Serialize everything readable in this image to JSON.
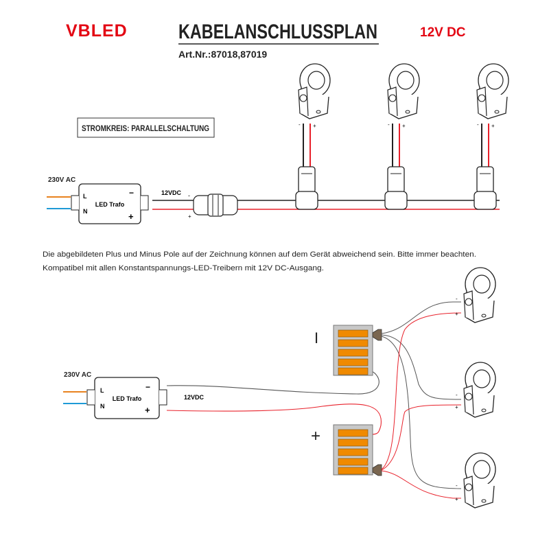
{
  "header": {
    "brand": "VBLED",
    "title": "KABELANSCHLUSSPLAN",
    "voltage": "12V DC",
    "article": "Art.Nr.:87018,87019"
  },
  "top_diagram": {
    "circuit_label": "STROMKREIS: PARALLELSCHALTUNG",
    "input_label": "230V AC",
    "trafo_label": "LED Trafo",
    "trafo_L": "L",
    "trafo_N": "N",
    "trafo_minus": "−",
    "trafo_plus": "+",
    "output_label": "12VDC",
    "minus": "-",
    "plus": "+"
  },
  "notes": {
    "line1": "Die abgebildeten Plus und Minus Pole auf der Zeichnung können auf dem Gerät abweichend sein. Bitte immer beachten.",
    "line2": "Kompatibel mit allen Konstantspannungs-LED-Treibern mit 12V DC-Ausgang."
  },
  "bottom_diagram": {
    "input_label": "230V AC",
    "trafo_label": "LED Trafo",
    "trafo_L": "L",
    "trafo_N": "N",
    "trafo_minus": "−",
    "trafo_plus": "+",
    "output_label": "12VDC",
    "minus_terminal_label": "I",
    "plus_terminal_label": "+",
    "minus": "-",
    "plus": "+"
  },
  "colors": {
    "brand_red": "#e30613",
    "wire_red": "#e8202a",
    "wire_orange": "#e8821e",
    "wire_blue": "#1e9ad6",
    "terminal_orange": "#f08a00",
    "terminal_grey": "#c8c8c8"
  }
}
